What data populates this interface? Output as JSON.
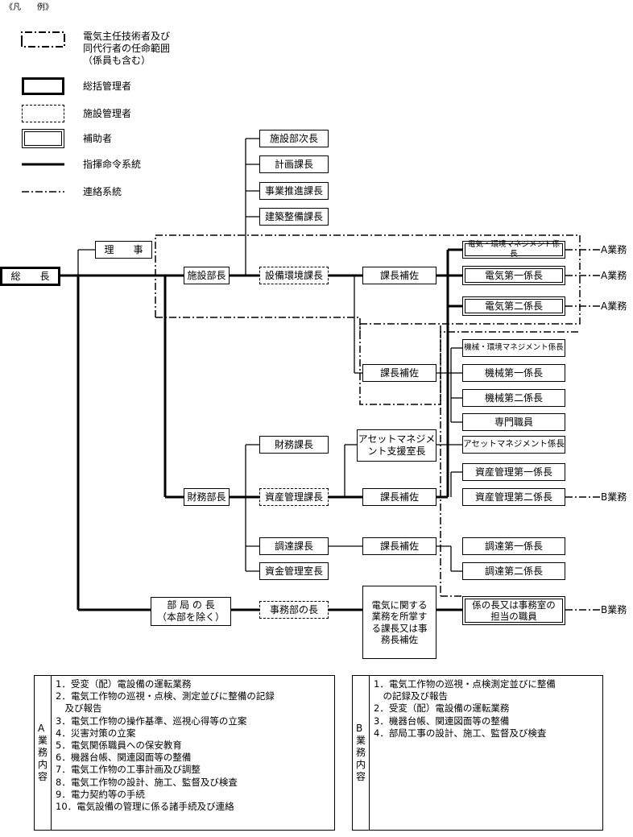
{
  "legend": {
    "title": "《凡　　例》",
    "items": [
      {
        "key": "scope",
        "label": "電気主任技術者及び\n同代行者の任命範囲\n（係員も含む）"
      },
      {
        "key": "general",
        "label": "総括管理者"
      },
      {
        "key": "facility",
        "label": "施設管理者"
      },
      {
        "key": "assistant",
        "label": "補助者"
      },
      {
        "key": "command",
        "label": "指揮命令系統"
      },
      {
        "key": "contact",
        "label": "連絡系統"
      }
    ]
  },
  "org": {
    "soucho": "総　　長",
    "riji": "理　　事",
    "shisetsu_bucho": "施設部長",
    "zaimu_bucho": "財務部長",
    "bukyoku_cho": "部 局 の 長\n（本部を除く）",
    "shisetsu_jicho": "施設部次長",
    "keikaku_kacho": "計画課長",
    "jigyo_kacho": "事業推進課長",
    "kenchiku_kacho": "建築整備課長",
    "setsubi_kacho": "設備環境課長",
    "kacho_hosa_1": "課長補佐",
    "kacho_hosa_2": "課長補佐",
    "denki_kankyo": "電気・環境マネジメント係長",
    "denki_1": "電気第一係長",
    "denki_2": "電気第二係長",
    "kikai_kankyo": "機械・環境マネジメント係長",
    "kikai_1": "機械第一係長",
    "kikai_2": "機械第二係長",
    "senmon": "専門職員",
    "zaimu_kacho": "財務課長",
    "asset_shitsu": "アセットマネジメ\nント支援室長",
    "asset_kakari": "アセットマネジメント係長",
    "shisan_kacho": "資産管理課長",
    "kacho_hosa_3": "課長補佐",
    "shisan_1": "資産管理第一係長",
    "shisan_2": "資産管理第二係長",
    "chotatsu_kacho": "調達課長",
    "kacho_hosa_4": "課長補佐",
    "chotatsu_1": "調達第一係長",
    "chotatsu_2": "調達第二係長",
    "shikin_kacho": "資金管理室長",
    "jimubu_cho": "事務部の長",
    "denki_kacho": "電気に関する\n業務を所掌す\nる課長又は事\n務長補佐",
    "kakari_cho": "係の長又は事務室の\n担当の職員"
  },
  "tags": {
    "a1": "A業務",
    "a2": "A業務",
    "a3": "A業務",
    "b1": "B業務",
    "b2": "B業務"
  },
  "panel_a": {
    "side_label": "A\n業\n務\n内\n容",
    "items": [
      "1．受変（配）電設備の運転業務",
      "2．電気工作物の巡視・点検、測定並びに整備の記録",
      "　及び報告",
      "3．電気工作物の操作基準、巡視心得等の立案",
      "4．災害対策の立案",
      "5．電気関係職員への保安教育",
      "6．機器台帳、関連図面等の整備",
      "7．電気工作物の工事計画及び調整",
      "8．電気工作物の設計、施工、監督及び検査",
      "9．電力契約等の手続",
      "10．電気設備の管理に係る諸手続及び連絡"
    ]
  },
  "panel_b": {
    "side_label": "B\n業\n務\n内\n容",
    "items": [
      "1．電気工作物の巡視・点検測定並びに整備",
      "　の記録及び報告",
      "2．受変（配）電設備の運転業務",
      "3．機器台帳、関連図面等の整備",
      "4．部局工事の設計、施工、監督及び検査"
    ]
  }
}
